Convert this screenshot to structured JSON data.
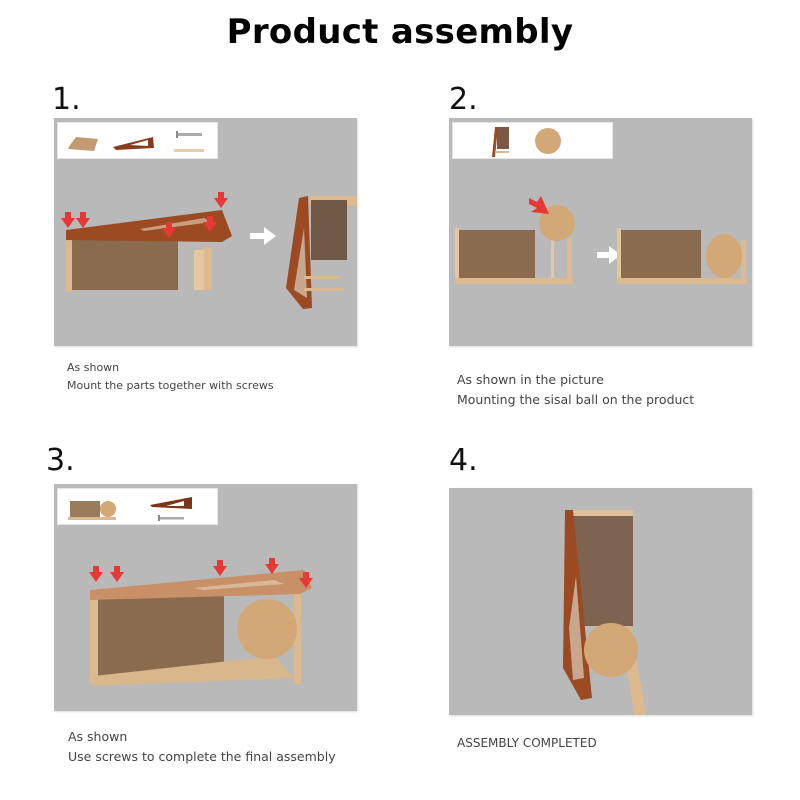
{
  "title": "Product assembly",
  "colors": {
    "panel_bg": "#b9b9b9",
    "wood_dark": "#9c4a22",
    "wood_light": "#dcb98e",
    "cardboard": "#8b6b50",
    "sisal": "#d2a877",
    "arrow_red": "#e53935",
    "arrow_white": "#ffffff"
  },
  "steps": [
    {
      "number": "1.",
      "inset_parts": [
        "cardboard-board",
        "triangle-side-panel",
        "screw",
        "wooden-dowel"
      ],
      "caption_lines": [
        "As shown",
        "Mount the parts together with screws"
      ]
    },
    {
      "number": "2.",
      "inset_parts": [
        "side-frame",
        "sisal-ball"
      ],
      "caption_lines": [
        "As shown in the picture",
        "Mounting the sisal ball on the product"
      ]
    },
    {
      "number": "3.",
      "inset_parts": [
        "scratcher-with-ball",
        "triangle-side-panel",
        "screw"
      ],
      "caption_lines": [
        "As shown",
        "Use screws to complete the final assembly"
      ]
    },
    {
      "number": "4.",
      "inset_parts": [],
      "caption_lines": [
        "ASSEMBLY COMPLETED"
      ]
    }
  ]
}
